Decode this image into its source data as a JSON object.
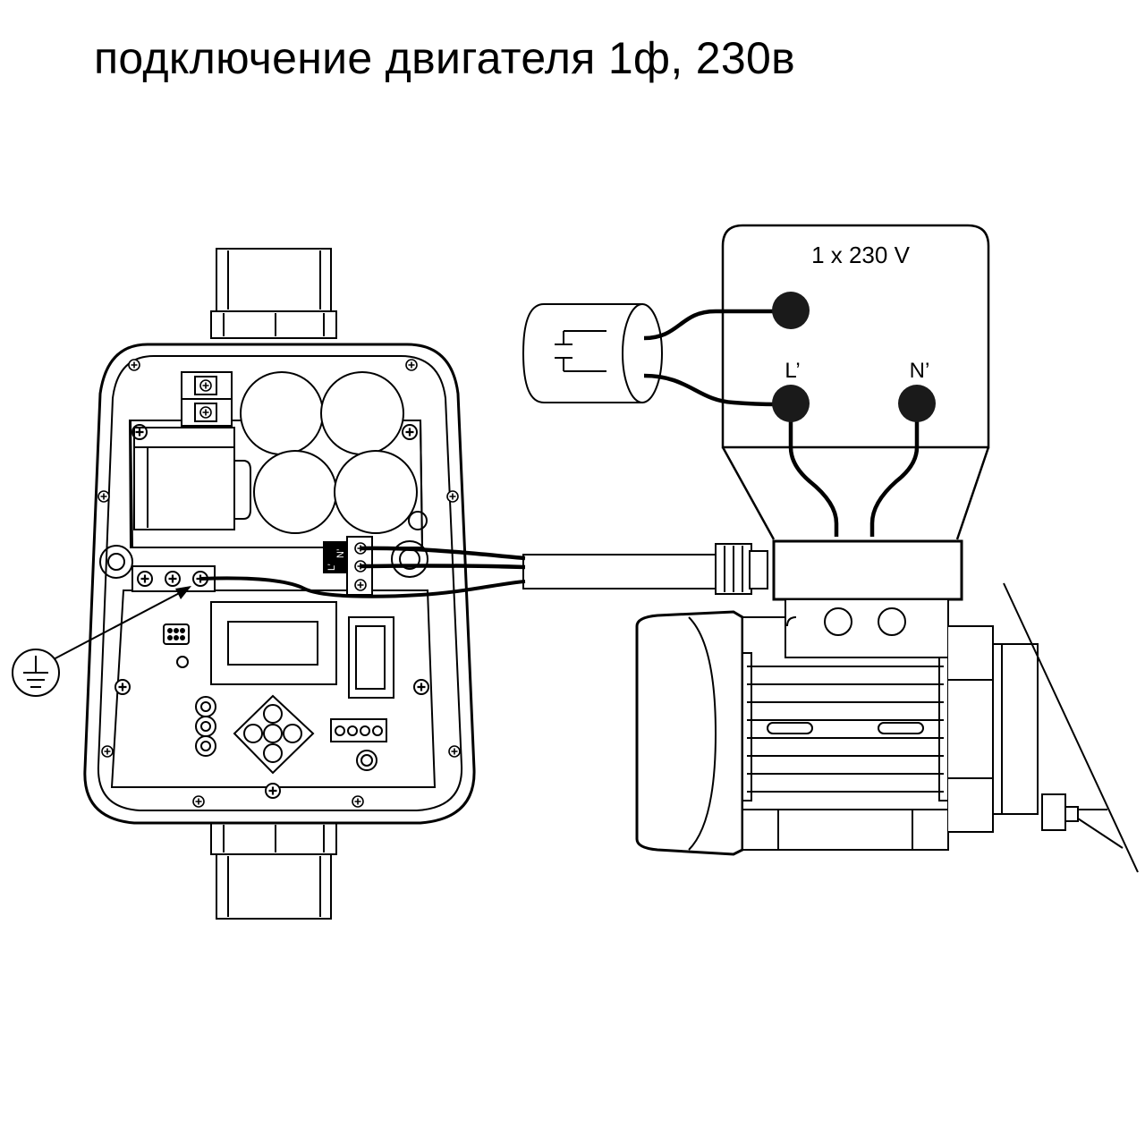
{
  "title": "подключение двигателя 1ф, 230в",
  "terminal_box": {
    "voltage_label": "1 x 230 V",
    "terminal_l_label": "L’",
    "terminal_n_label": "N’"
  },
  "controller": {
    "output_terminal_labels": [
      "L’",
      "N’"
    ]
  },
  "symbols": {
    "ground": "ground-icon",
    "capacitor": "capacitor-icon",
    "screw": "screw-icon"
  }
}
